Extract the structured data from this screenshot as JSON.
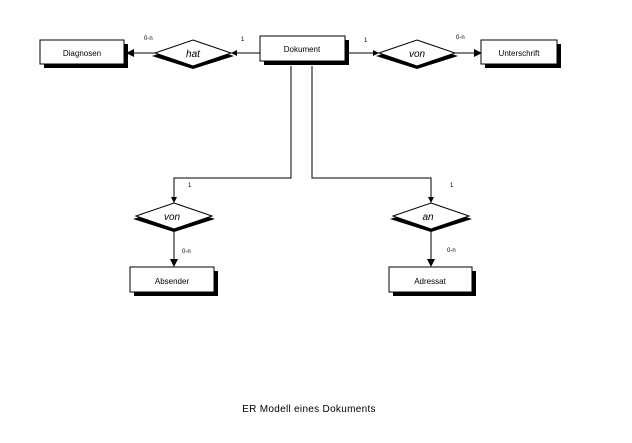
{
  "entities": {
    "diagnosen": "Diagnosen",
    "dokument": "Dokument",
    "unterschrift": "Unterschrift",
    "absender": "Absender",
    "adressat": "Adressat"
  },
  "relationships": {
    "hat": "hat",
    "von_right": "von",
    "von_bottom": "von",
    "an": "an"
  },
  "cardinalities": {
    "hat_diagnosen": "0-n",
    "hat_dokument": "1",
    "von_dokument": "1",
    "von_unterschrift": "0-n",
    "von_bottom_dokument": "1",
    "von_bottom_absender": "0-n",
    "an_dokument": "1",
    "an_adressat": "0-n"
  },
  "caption": "ER Modell eines Dokuments"
}
